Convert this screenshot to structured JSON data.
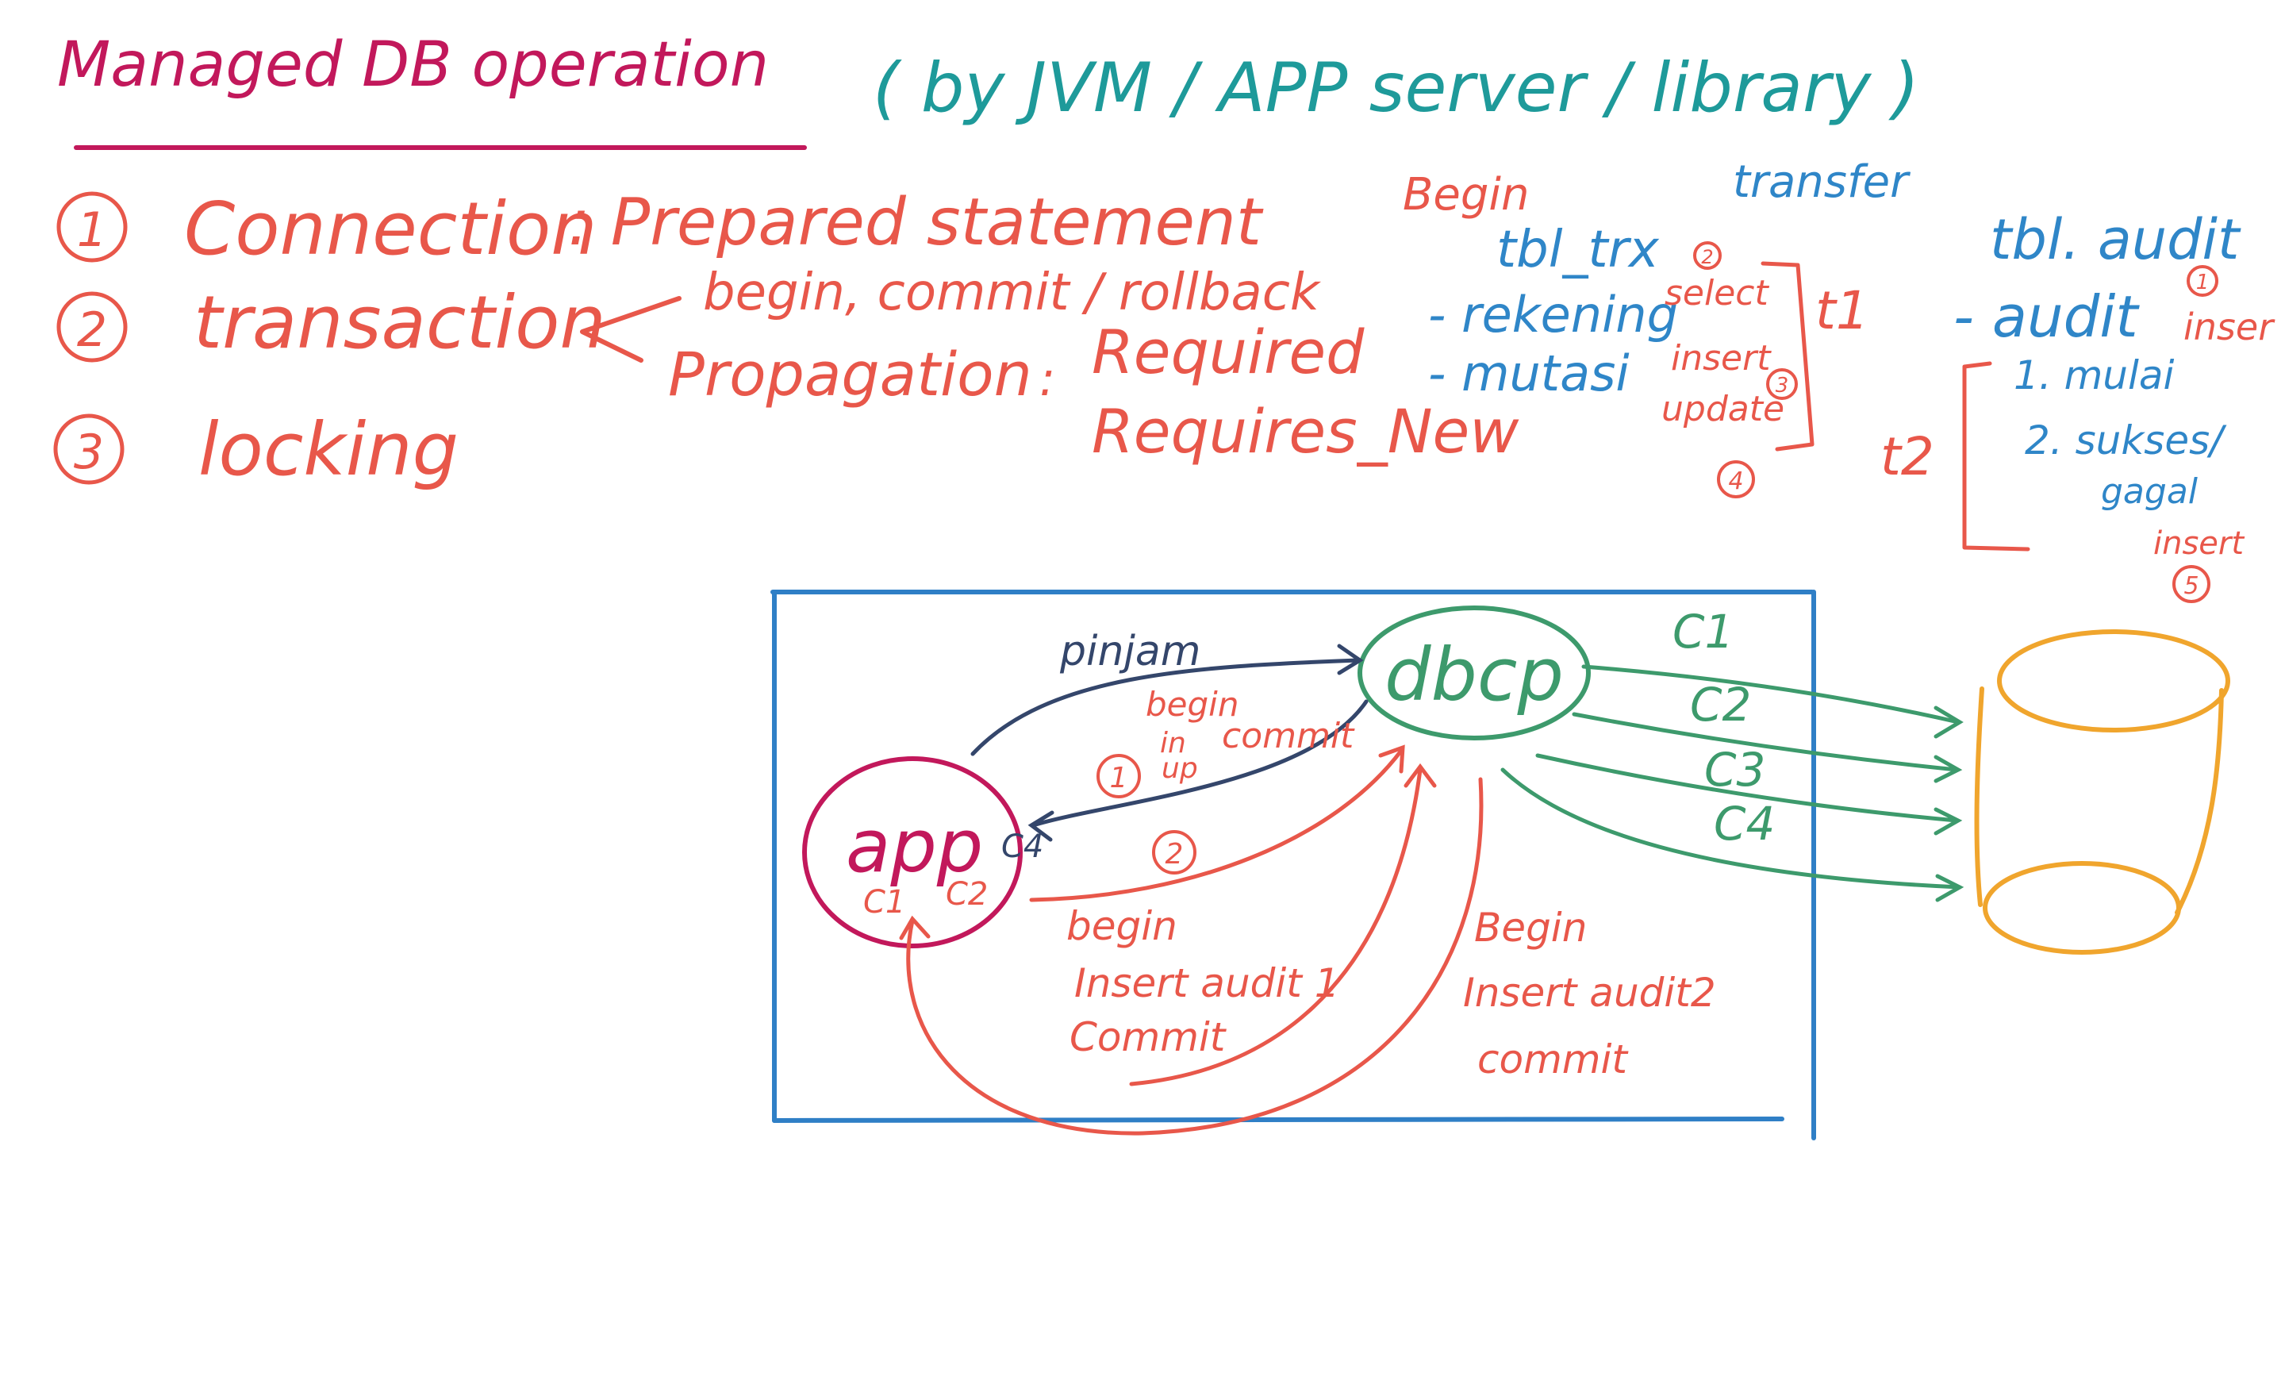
{
  "colors": {
    "title": "#c2185b",
    "subtitle": "#1e9a9a",
    "notes": "#e8574a",
    "tables": "#2f86c8",
    "frame": "#2f7fc6",
    "dbcp": "#3d9a6c",
    "app": "#c2185b",
    "pinjam_arrow": "#34466b",
    "database": "#f0a52d"
  },
  "header": {
    "title": "Managed DB operation",
    "subtitle": "( by JVM / APP server / library )"
  },
  "topics": [
    {
      "number": "1",
      "label": "Connection",
      "detail": ": Prepared statement"
    },
    {
      "number": "2",
      "label": "transaction"
    },
    {
      "number": "3",
      "label": "locking"
    }
  ],
  "transaction_notes": {
    "line1": "begin, commit / rollback",
    "line2_label": "Propagation",
    "line2_sep": ":",
    "line2_value": "Required",
    "line3_value": "Requires_New"
  },
  "transfer": {
    "begin_label": "Begin",
    "title": "transfer",
    "table": "tbl_trx",
    "fields": [
      "- rekening",
      "- mutasi"
    ],
    "ops": [
      "select",
      "insert",
      "update"
    ],
    "op_numbers": [
      "2",
      "3",
      "4"
    ],
    "t1": "t1",
    "t2": "t2"
  },
  "audit": {
    "table": "tbl. audit",
    "field": "- audit",
    "insert_label": "inser",
    "insert_number": "1",
    "steps": [
      "1. mulai",
      "2. sukses/",
      "gagal"
    ],
    "final_label": "insert",
    "final_number": "5"
  },
  "diagram": {
    "dbcp_label": "dbcp",
    "app_label": "app",
    "pinjam_label": "pinjam",
    "begin_small": "begin",
    "in_up": [
      "in",
      "up"
    ],
    "commit_small": "commit",
    "marker_1": "1",
    "marker_2": "2",
    "conns": [
      "C1",
      "C2",
      "C3",
      "C4"
    ],
    "app_c4": "C4",
    "app_c1": "C1",
    "app_c2": "C2",
    "left_block": [
      "begin",
      "Insert audit 1",
      "Commit"
    ],
    "right_block": [
      "Begin",
      "Insert audit2",
      "commit"
    ]
  }
}
